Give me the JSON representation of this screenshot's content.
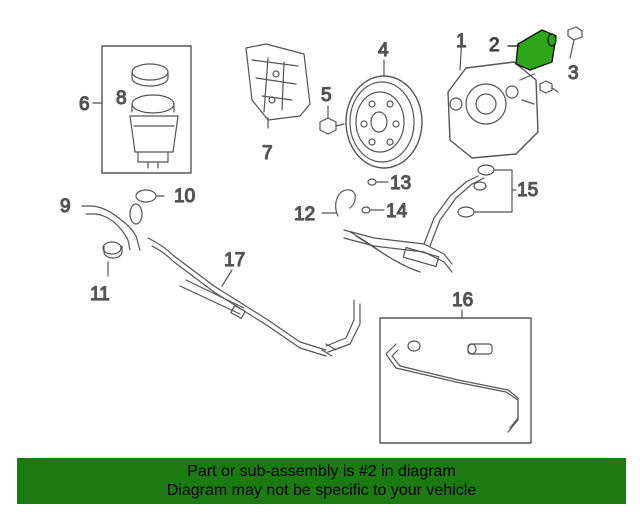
{
  "diagram": {
    "callouts": {
      "c1": "1",
      "c2": "2",
      "c3": "3",
      "c4": "4",
      "c5": "5",
      "c6": "6",
      "c7": "7",
      "c8": "8",
      "c9": "9",
      "c10": "10",
      "c11": "11",
      "c12": "12",
      "c13": "13",
      "c14": "14",
      "c15": "15",
      "c16": "16",
      "c17": "17"
    },
    "highlight_color": "#2fa619"
  },
  "banner": {
    "line1": "Part or sub-assembly is #2 in diagram",
    "line2": "Diagram may not be specific to your vehicle",
    "background": "#1b7a10"
  }
}
